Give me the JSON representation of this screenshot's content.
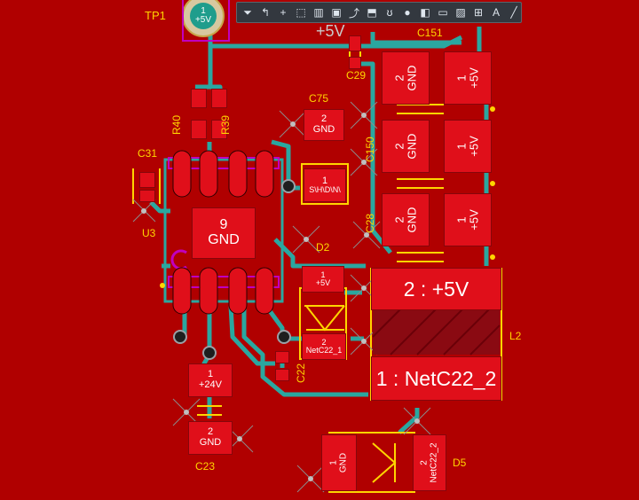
{
  "toolbar": {
    "tools": [
      {
        "name": "filter-icon",
        "glyph": "⏷"
      },
      {
        "name": "route-icon",
        "glyph": "↰"
      },
      {
        "name": "crosshair-icon",
        "glyph": "+"
      },
      {
        "name": "select-rect-icon",
        "glyph": "⬚"
      },
      {
        "name": "align-icon",
        "glyph": "▥"
      },
      {
        "name": "component-icon",
        "glyph": "▣"
      },
      {
        "name": "interactive-route-icon",
        "glyph": "⤴"
      },
      {
        "name": "polygon-icon",
        "glyph": "⬒"
      },
      {
        "name": "arc-icon",
        "glyph": "ʊ"
      },
      {
        "name": "marker-icon",
        "glyph": "●"
      },
      {
        "name": "fill-icon",
        "glyph": "◧"
      },
      {
        "name": "region-icon",
        "glyph": "▭"
      },
      {
        "name": "image-icon",
        "glyph": "▨"
      },
      {
        "name": "dimension-icon",
        "glyph": "⊞"
      },
      {
        "name": "text-icon",
        "glyph": "A"
      },
      {
        "name": "line-icon",
        "glyph": "╱"
      }
    ]
  },
  "designators": {
    "tp1": "TP1",
    "r40": "R40",
    "r39": "R39",
    "c31": "C31",
    "u3": "U3",
    "c75": "C75",
    "c150": "C150",
    "c28": "C28",
    "c29": "C29",
    "c151": "C151",
    "d2": "D2",
    "c22": "C22",
    "c23": "C23",
    "l2": "L2",
    "d5": "D5",
    "net_plus5v": "+5V"
  },
  "pads": {
    "tp1": {
      "num": "1",
      "net": "+5V"
    },
    "c75_2": {
      "num": "2",
      "net": "GND"
    },
    "c75_1": {
      "num": "1",
      "net": "S\\H\\D\\N\\"
    },
    "c150_2": {
      "num": "2",
      "net": "GND"
    },
    "c150_1": {
      "num": "1",
      "net": "+5V"
    },
    "c151_2": {
      "num": "2",
      "net": "GND"
    },
    "c151_1": {
      "num": "1",
      "net": "+5V"
    },
    "c28_2": {
      "num": "2",
      "net": "GND"
    },
    "c28_1": {
      "num": "1",
      "net": "+5V"
    },
    "u3_ep": {
      "num": "9",
      "net": "GND"
    },
    "d2_1": {
      "num": "1",
      "net": "+5V"
    },
    "d2_2": {
      "num": "2",
      "net": "NetC22_1"
    },
    "c23_1": {
      "num": "1",
      "net": "+24V"
    },
    "c23_2": {
      "num": "2",
      "net": "GND"
    },
    "l2_2": {
      "label": "2 : +5V"
    },
    "l2_1": {
      "label": "1 : NetC22_2"
    },
    "d5_1": {
      "num": "1",
      "net": "GND"
    },
    "d5_2": {
      "num": "2",
      "net": "NetC22_2"
    }
  },
  "colors": {
    "board": "#b00000",
    "pad": "#e00f1a",
    "track": "#2aa7a0",
    "silkscreen": "#ffd500",
    "pad_text": "#ffffff",
    "toolbar": "#33383f"
  }
}
